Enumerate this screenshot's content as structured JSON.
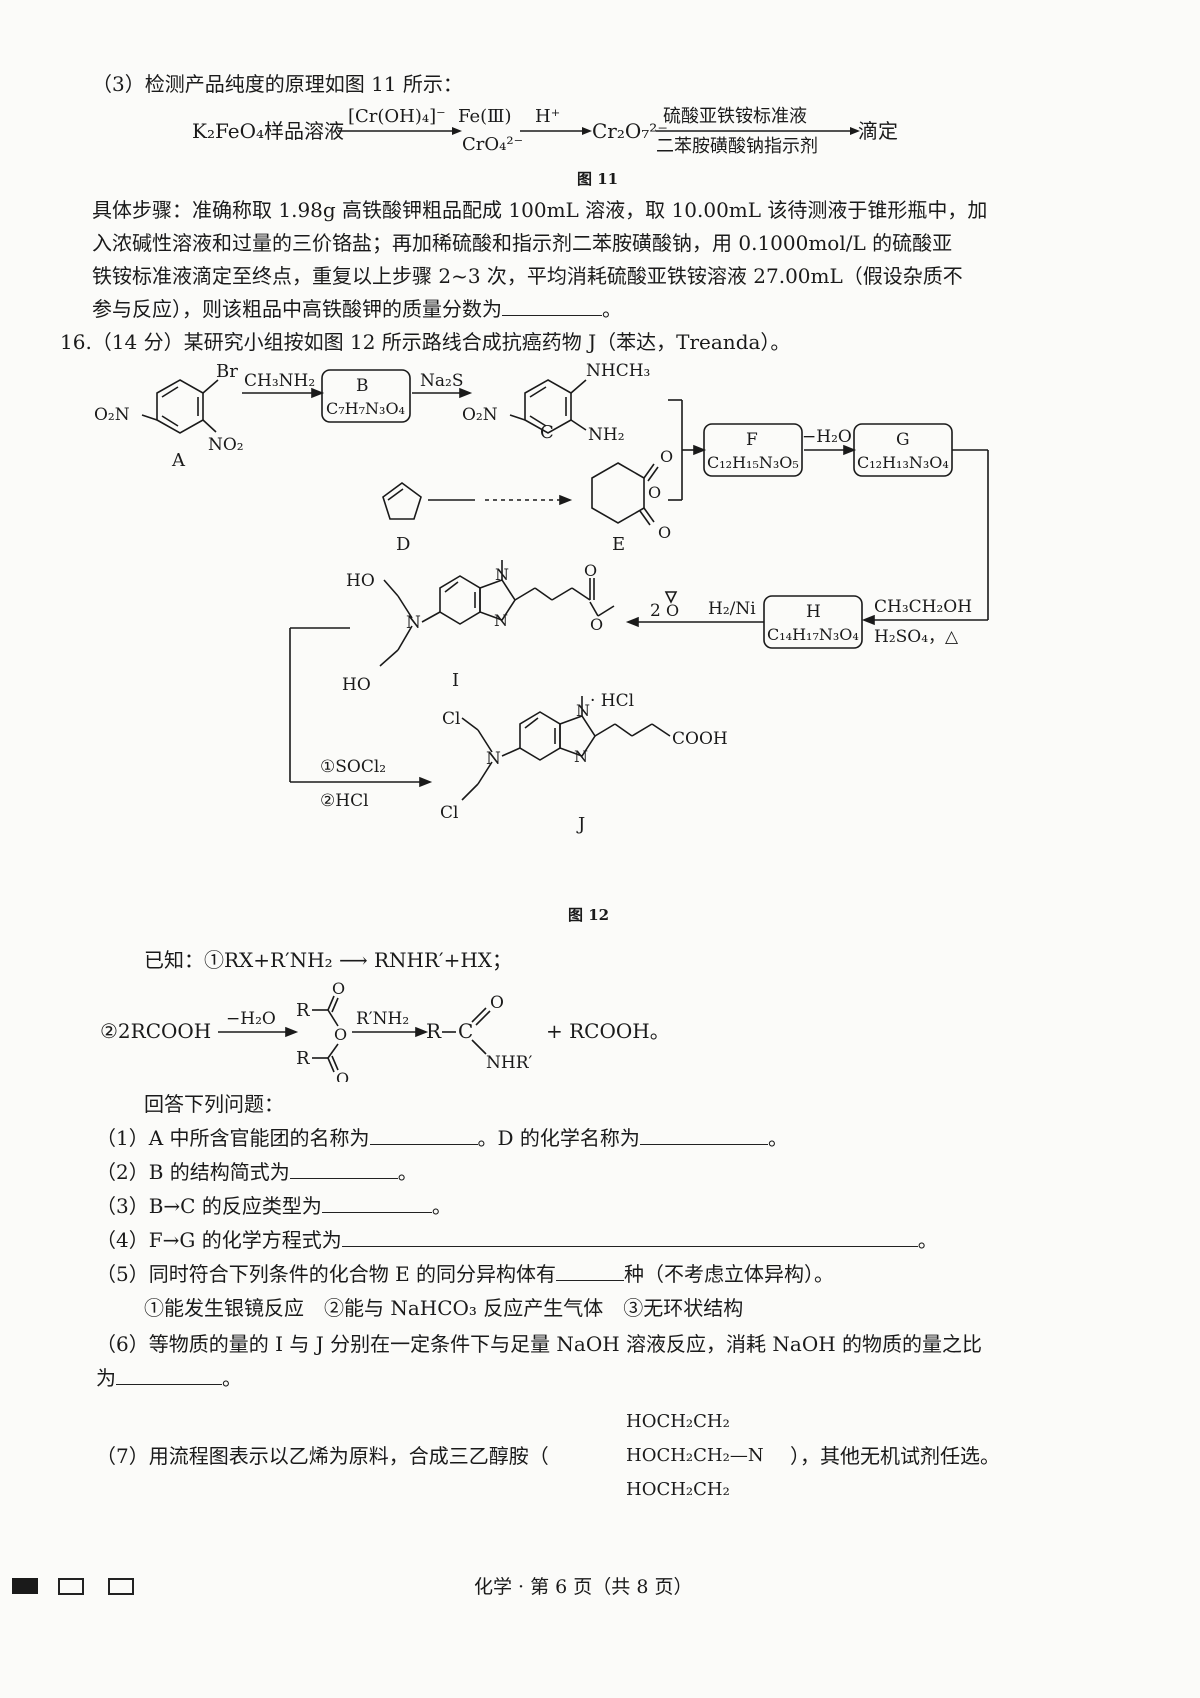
{
  "part3": {
    "intro": "（3）检测产品纯度的原理如图 11 所示：",
    "scheme": {
      "start": "K₂FeO₄样品溶液",
      "arrow1_top": "[Cr(OH)₄]⁻",
      "mid1_top": "Fe(Ⅲ)",
      "mid1_bottom": "CrO₄²⁻",
      "arrow2_top": "H⁺",
      "mid2": "Cr₂O₇²⁻",
      "arrow3_top": "硫酸亚铁铵标准液",
      "arrow3_bottom": "二苯胺磺酸钠指示剂",
      "end": "滴定"
    },
    "figure_caption": "图 11",
    "steps": [
      "具体步骤：准确称取 1.98g 高铁酸钾粗品配成 100mL 溶液，取 10.00mL 该待测液于锥形瓶中，加",
      "入浓碱性溶液和过量的三价铬盐；再加稀硫酸和指示剂二苯胺磺酸钠，用 0.1000mol/L 的硫酸亚",
      "铁铵标准液滴定至终点，重复以上步骤 2~3 次，平均消耗硫酸亚铁铵溶液 27.00mL（假设杂质不"
    ],
    "steps_last": "参与反应），则该粗品中高铁酸钾的质量分数为",
    "end_mark": "。"
  },
  "q16": {
    "header": "16.（14 分）某研究小组按如图 12 所示路线合成抗癌药物 J（苯达，Treanda）。",
    "scheme": {
      "A_label": "A",
      "A_Br": "Br",
      "A_O2N": "O₂N",
      "A_NO2": "NO₂",
      "r1": "CH₃NH₂",
      "B_line1": "B",
      "B_line2": "C₇H₇N₃O₄",
      "r2": "Na₂S",
      "C_label": "C",
      "C_NHCH3": "NHCH₃",
      "C_O2N": "O₂N",
      "C_NH2": "NH₂",
      "D_label": "D",
      "E_label": "E",
      "E_O1": "O",
      "E_O2": "O",
      "E_O3": "O",
      "F_line1": "F",
      "F_line2": "C₁₂H₁₅N₃O₅",
      "r3": "−H₂O",
      "G_line1": "G",
      "G_line2": "C₁₂H₁₃N₃O₄",
      "r4_top": "CH₃CH₂OH",
      "r4_bottom": "H₂SO₄，△",
      "H_line1": "H",
      "H_line2": "C₁₄H₁₇N₃O₄",
      "r5": "H₂/Ni",
      "r6_coef": "2",
      "r6_O": "O",
      "I_label": "I",
      "I_HO1": "HO",
      "I_HO2": "HO",
      "I_N": "N",
      "I_N2": "N",
      "I_N3": "N",
      "I_O1": "O",
      "I_O2": "O",
      "J_label": "J",
      "J_HCl": "· HCl",
      "J_Cl1": "Cl",
      "J_Cl2": "Cl",
      "J_N": "N",
      "J_N2": "N",
      "J_N3": "N",
      "J_COOH": "COOH",
      "r7_1": "①SOCl₂",
      "r7_2": "②HCl"
    },
    "figure_caption": "图 12",
    "known1": "已知：①RX+R′NH₂ ⟶ RNHR′+HX；",
    "known2": {
      "start": "②2RCOOH",
      "arrow1": "−H₂O",
      "R1": "R",
      "R2": "R",
      "O_top": "O",
      "O_mid": "O",
      "O_bot": "O",
      "arrow2": "R′NH₂",
      "prod_R": "R",
      "prod_C": "C",
      "prod_O": "O",
      "prod_NHR": "NHR′",
      "tail": "+ RCOOH。"
    },
    "answer_intro": "回答下列问题：",
    "questions": {
      "q1a": "（1）A 中所含官能团的名称为",
      "q1b": "。D 的化学名称为",
      "q1c": "。",
      "q2a": "（2）B 的结构简式为",
      "q2b": "。",
      "q3a": "（3）B→C 的反应类型为",
      "q3b": "。",
      "q4a": "（4）F→G 的化学方程式为",
      "q4b": "。",
      "q5a": "（5）同时符合下列条件的化合物 E 的同分异构体有",
      "q5b": "种（不考虑立体异构）。",
      "q5_conditions": "①能发生银镜反应　②能与 NaHCO₃ 反应产生气体　③无环状结构",
      "q6_line1": "（6）等物质的量的 I 与 J 分别在一定条件下与足量 NaOH 溶液反应，消耗 NaOH 的物质的量之比",
      "q6_line2a": "为",
      "q6_line2b": "。",
      "q7a": "（7）用流程图表示以乙烯为原料，合成三乙醇胺（",
      "q7_f1": "HOCH₂CH₂",
      "q7_f2": "HOCH₂CH₂—N",
      "q7_f3": "HOCH₂CH₂",
      "q7b": "），其他无机试剂任选。"
    }
  },
  "footer": {
    "text": "化学 · 第 6 页（共 8 页）"
  }
}
